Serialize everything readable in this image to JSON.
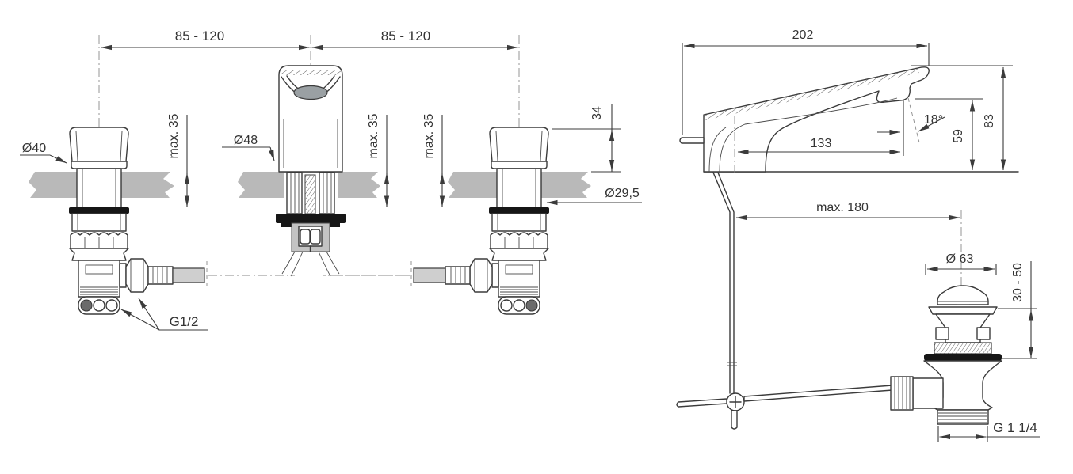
{
  "drawing": {
    "front_view": {
      "dim_spacing_left": "85 - 120",
      "dim_spacing_right": "85 - 120",
      "handle_diameter": "Ø40",
      "spout_diameter": "Ø48",
      "deck_max_left": "max. 35",
      "deck_max_center": "max. 35",
      "deck_max_right": "max. 35",
      "handle_height": "34",
      "shank_diameter": "Ø29,5",
      "valve_thread": "G1/2"
    },
    "side_view": {
      "spout_reach_total": "202",
      "spout_height": "83",
      "outlet_height": "59",
      "outlet_angle": "18°",
      "outlet_reach": "133",
      "rod_reach": "max. 180"
    },
    "waste": {
      "flange_diameter": "Ø 63",
      "deck_range": "30 - 50",
      "waste_thread": "G 1 1/4"
    },
    "colors": {
      "line": "#3b3b3b",
      "deck_gray": "#b9b9b9",
      "hose_gray": "#cfcfcf",
      "gasket_black": "#161616",
      "spout_mouth_gray": "#9aa0a3"
    }
  }
}
